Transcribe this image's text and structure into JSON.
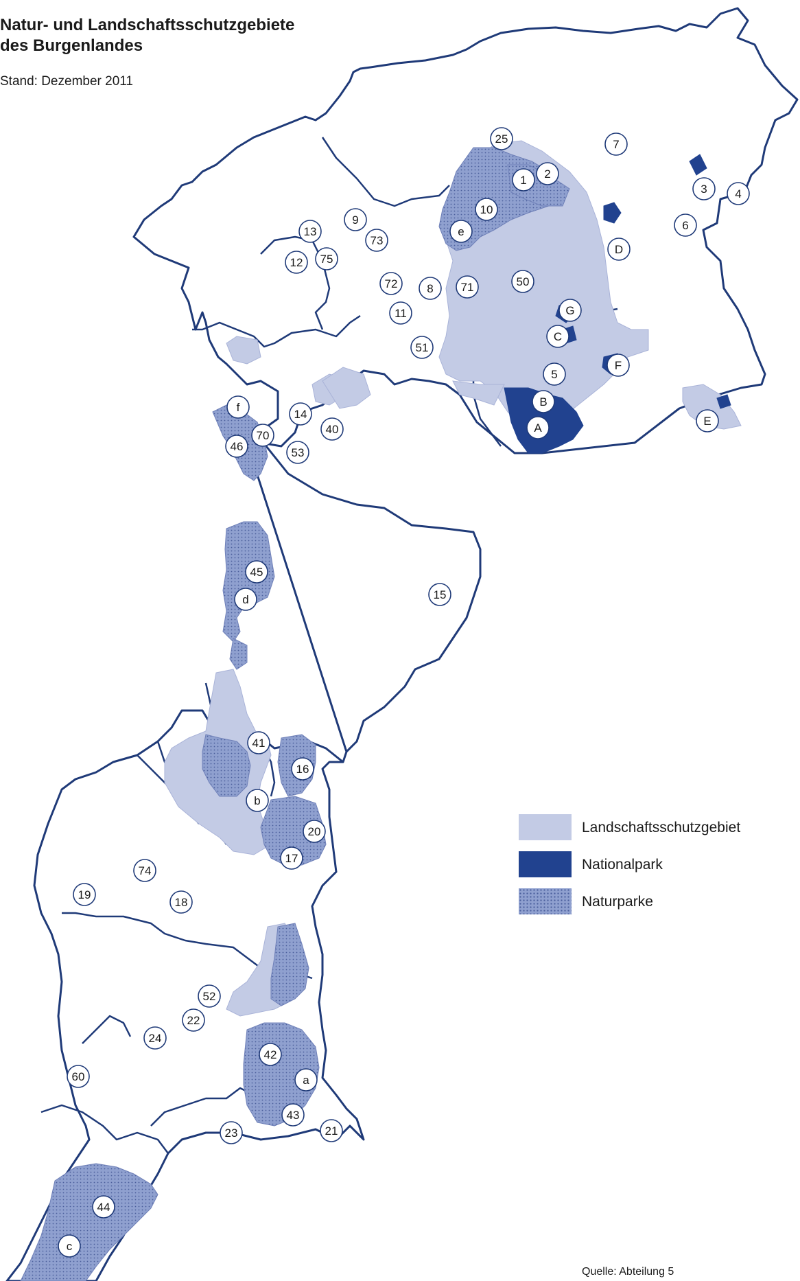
{
  "title_line1": "Natur- und Landschaftsschutzgebiete",
  "title_line2": "des Burgenlandes",
  "subtitle": "Stand: Dezember 2011",
  "source": "Quelle: Abteilung 5",
  "colors": {
    "landschaftsschutzgebiet": "#c3cbe5",
    "nationalpark": "#21428f",
    "naturparke": "#8fa0cf",
    "border": "#1f3a78"
  },
  "legend": [
    {
      "label": "Landschaftsschutzgebiet"
    },
    {
      "label": "Nationalpark"
    },
    {
      "label": "Naturparke"
    }
  ],
  "markers": [
    "25",
    "7",
    "1",
    "2",
    "3",
    "4",
    "10",
    "e",
    "6",
    "9",
    "13",
    "73",
    "D",
    "12",
    "75",
    "72",
    "8",
    "71",
    "50",
    "11",
    "G",
    "C",
    "51",
    "5",
    "F",
    "B",
    "f",
    "14",
    "E",
    "A",
    "70",
    "40",
    "46",
    "53",
    "45",
    "15",
    "d",
    "41",
    "16",
    "b",
    "20",
    "17",
    "74",
    "19",
    "18",
    "52",
    "22",
    "24",
    "42",
    "60",
    "a",
    "43",
    "23",
    "21",
    "44",
    "c"
  ]
}
